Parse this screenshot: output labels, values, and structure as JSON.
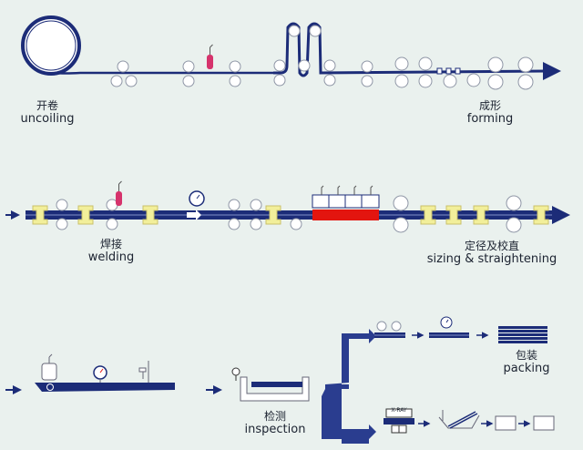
{
  "stages": {
    "uncoiling": {
      "zh": "开卷",
      "en": "uncoiling"
    },
    "forming": {
      "zh": "成形",
      "en": "forming"
    },
    "welding": {
      "zh": "焊接",
      "en": "welding"
    },
    "sizing": {
      "zh": "定径及校直",
      "en": "sizing & straightening"
    },
    "inspection": {
      "zh": "检测",
      "en": "inspection"
    },
    "packing": {
      "zh": "包装",
      "en": "packing"
    }
  },
  "xray_label": "X-RAY",
  "colors": {
    "pipe": "#1c2c78",
    "roller": "#ffffff",
    "clamp": "#f2ef9a",
    "heater": "#e3150f",
    "gas_bottle": "#d6336c",
    "background": "#eaf1ee"
  },
  "icons": [
    "coil-icon",
    "roller-icon",
    "gas-bottle-icon",
    "weld-clamp-icon",
    "inline-gauge-icon",
    "flow-arrow-icon",
    "pipe-bundle-icon",
    "xray-machine-icon"
  ]
}
